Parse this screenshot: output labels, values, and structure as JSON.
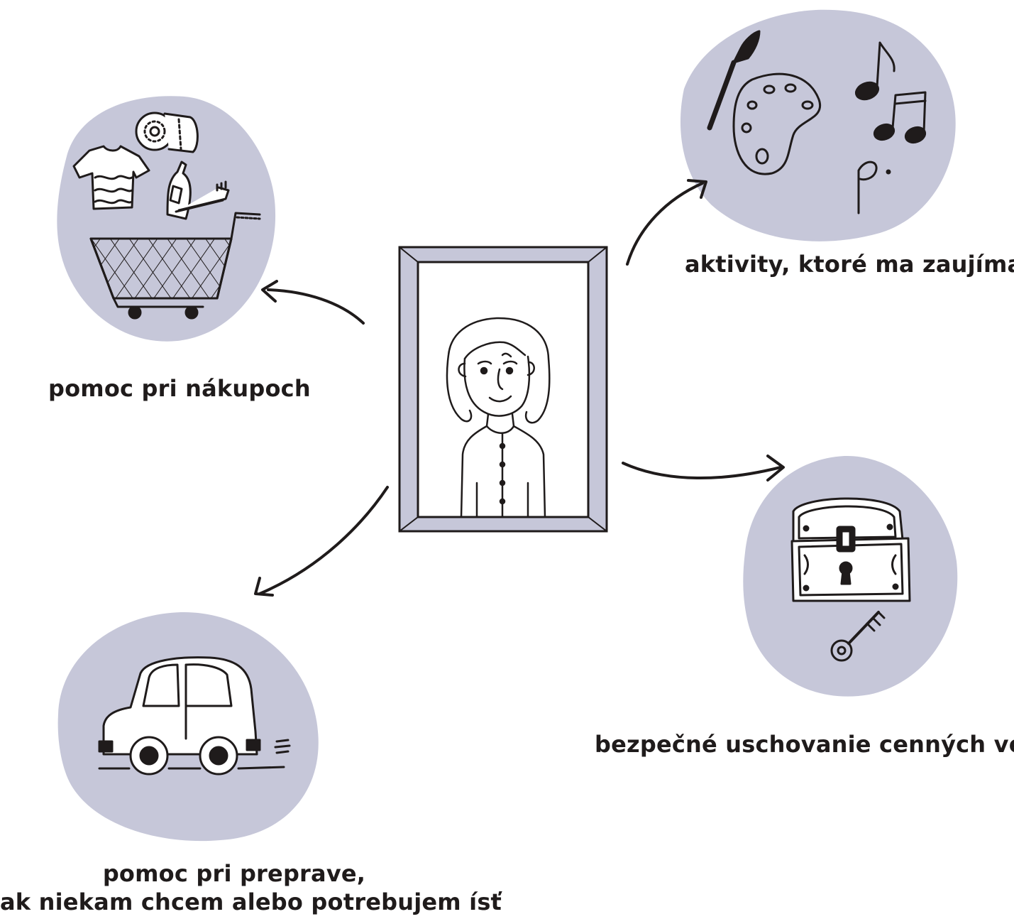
{
  "diagram": {
    "center": {
      "icon": "framed-portrait-elderly-woman"
    },
    "branches": [
      {
        "label": "pomoc pri nákupoch",
        "icon": "shopping-cart-icon"
      },
      {
        "label": "aktivity, ktoré ma zaujímajú",
        "icon": "art-music-icon"
      },
      {
        "label": "bezpečné uschovanie cenných vecí",
        "icon": "treasure-chest-key-icon"
      },
      {
        "label_lines": [
          "pomoc pri preprave,",
          "ak niekam chcem alebo potrebujem ísť"
        ],
        "icon": "car-icon"
      }
    ],
    "colors": {
      "bubble": "#c6c7d9",
      "ink": "#1f1b1b",
      "frame": "#c6c7d9"
    }
  }
}
